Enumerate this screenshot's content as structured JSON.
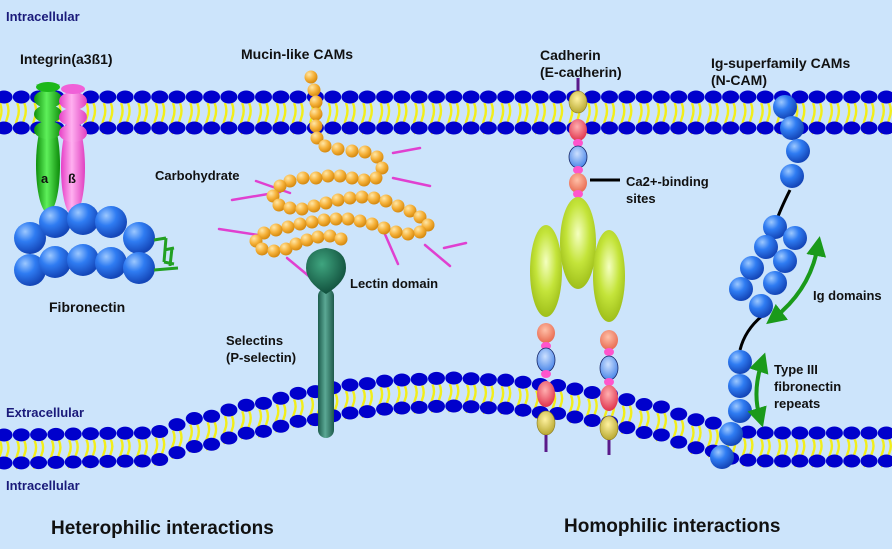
{
  "regions": {
    "top_intracellular": "Intracellular",
    "extracellular": "Extracellular",
    "bottom_intracellular": "Intracellular"
  },
  "molecules": {
    "integrin": {
      "label": "Integrin(a3ß1)",
      "alpha": "a",
      "beta": "ß"
    },
    "fibronectin": {
      "label": "Fibronectin"
    },
    "mucin": {
      "label": "Mucin-like CAMs"
    },
    "carbohydrate": {
      "label": "Carbohydrate"
    },
    "lectin": {
      "label": "Lectin domain"
    },
    "selectin": {
      "line1": "Selectins",
      "line2": "(P-selectin)"
    },
    "cadherin": {
      "line1": "Cadherin",
      "line2": "(E-cadherin)"
    },
    "calcium": {
      "line1": "Ca2+-binding",
      "line2": "sites"
    },
    "igsf": {
      "line1": "Ig-superfamily CAMs",
      "line2": "(N-CAM)"
    },
    "ig_domains": {
      "label": "Ig domains"
    },
    "fn3": {
      "line1": "Type III",
      "line2": "fibronectin",
      "line3": "repeats"
    }
  },
  "captions": {
    "heterophilic": "Heterophilic interactions",
    "homophilic": "Homophilic interactions"
  },
  "colors": {
    "background": "#cce4fb",
    "lipid_head": "#0000cc",
    "lipid_tail": "#f2ee1a",
    "integrin_alpha": "#22c41e",
    "integrin_beta": "#ff66dd",
    "fibronectin": "#2a6ff0",
    "mucin": "#f5a623",
    "carbohydrate": "#e040d0",
    "selectin": "#2a7a66",
    "cadherin_ec": "#b4d62a",
    "arrow": "#1a9a1a"
  }
}
